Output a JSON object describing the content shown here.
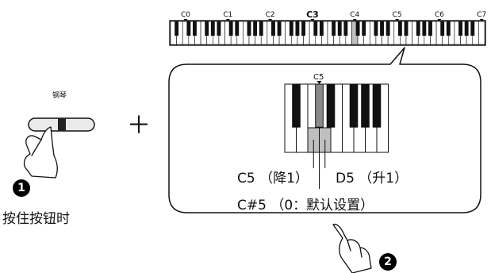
{
  "top_keyboard": {
    "octave_labels": [
      "C0",
      "C1",
      "C2",
      "C3",
      "C4",
      "C5",
      "C6",
      "C7"
    ],
    "highlighted_octave": "C3",
    "highlighted_key": "C5"
  },
  "zoom_panel": {
    "key_label": "C5",
    "lower_label": "C5 （降1）",
    "upper_label": "D5 （升1）",
    "default_label": "C#5 （0：默认设置）"
  },
  "left_panel": {
    "button_caption": "钢琴",
    "step1_number": "1",
    "instruction": "按住按钮时"
  },
  "plus_sign": "＋",
  "step2_number": "2",
  "colors": {
    "highlight_key": "#bfbfbf",
    "highlight_black": "#8a8a8a",
    "line": "#111111"
  }
}
